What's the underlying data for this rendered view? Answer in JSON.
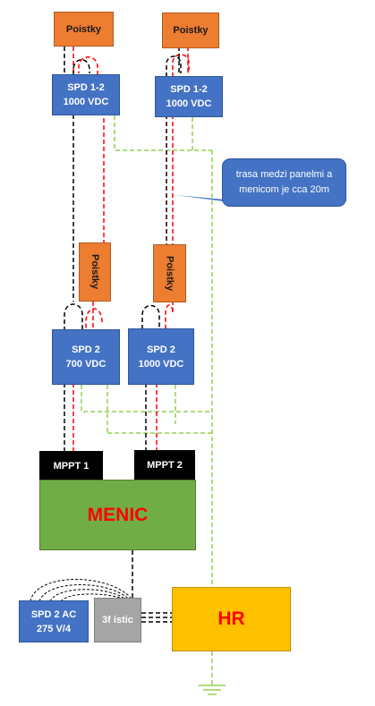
{
  "fuses_top": {
    "left": "Poistky",
    "right": "Poistky"
  },
  "spd_top": {
    "left": {
      "line1": "SPD 1-2",
      "line2": "1000 VDC"
    },
    "right": {
      "line1": "SPD 1-2",
      "line2": "1000 VDC"
    }
  },
  "callout": {
    "text": "trasa medzi panelmi a menicom je cca 20m"
  },
  "fuses_mid": {
    "left": "Poistky",
    "right": "Poistky"
  },
  "spd_mid": {
    "left": {
      "line1": "SPD 2",
      "line2": "700 VDC"
    },
    "right": {
      "line1": "SPD 2",
      "line2": "1000 VDC"
    }
  },
  "mppt": {
    "one": "MPPT 1",
    "two": "MPPT 2"
  },
  "inverter": {
    "label": "MENIC"
  },
  "ac": {
    "spd_line1": "SPD 2 AC",
    "spd_line2": "275 V/4",
    "breaker": "3f istic",
    "panel": "HR"
  },
  "colors": {
    "positive_wire": "#ff0000",
    "negative_wire": "#000000",
    "ground_wire": "#92d050",
    "fuse": "#ed7d31",
    "spd": "#4472c4",
    "inverter": "#70ad47",
    "distribution_board": "#ffc000",
    "breaker": "#a5a5a5"
  },
  "icons": {
    "ground": "earth-ground-icon"
  }
}
